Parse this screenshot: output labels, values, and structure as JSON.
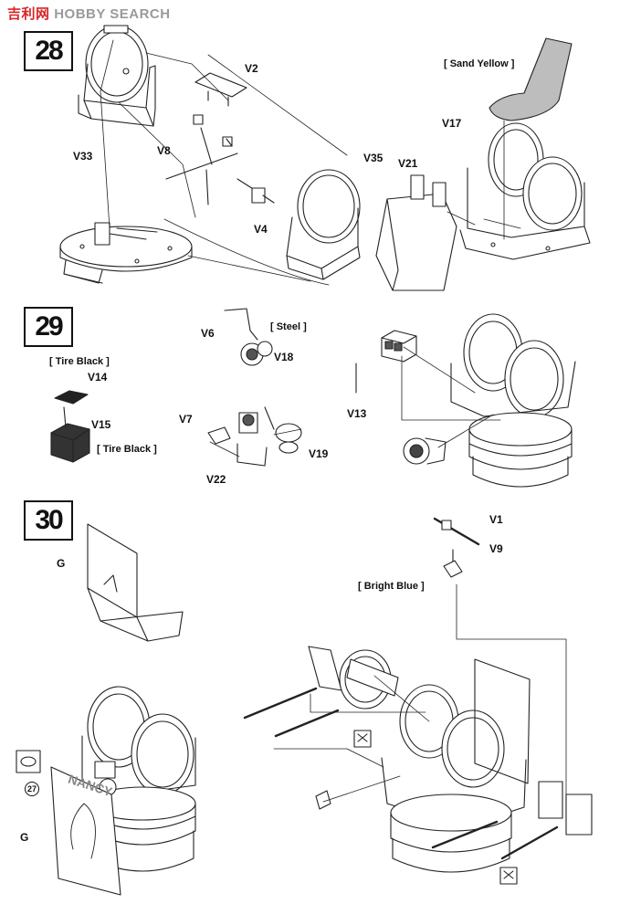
{
  "watermark": {
    "cn": "吉利网",
    "en": "HOBBY SEARCH"
  },
  "steps": [
    {
      "number": "28"
    },
    {
      "number": "29"
    },
    {
      "number": "30"
    }
  ],
  "step28": {
    "parts": [
      "V2",
      "V33",
      "V8",
      "V4",
      "V35",
      "V21",
      "V17"
    ],
    "paint": "[ Sand Yellow ]"
  },
  "step29": {
    "parts": [
      "V6",
      "V18",
      "V14",
      "V15",
      "V7",
      "V13",
      "V19",
      "V22"
    ],
    "paint_steel": "[ Steel ]",
    "paint_tire_black_1": "[ Tire Black ]",
    "paint_tire_black_2": "[ Tire Black ]"
  },
  "step30": {
    "parts": [
      "V1",
      "V9",
      "G",
      "G"
    ],
    "paint": "[ Bright Blue ]",
    "decal_number": "27",
    "decal_text": "NANCY"
  }
}
